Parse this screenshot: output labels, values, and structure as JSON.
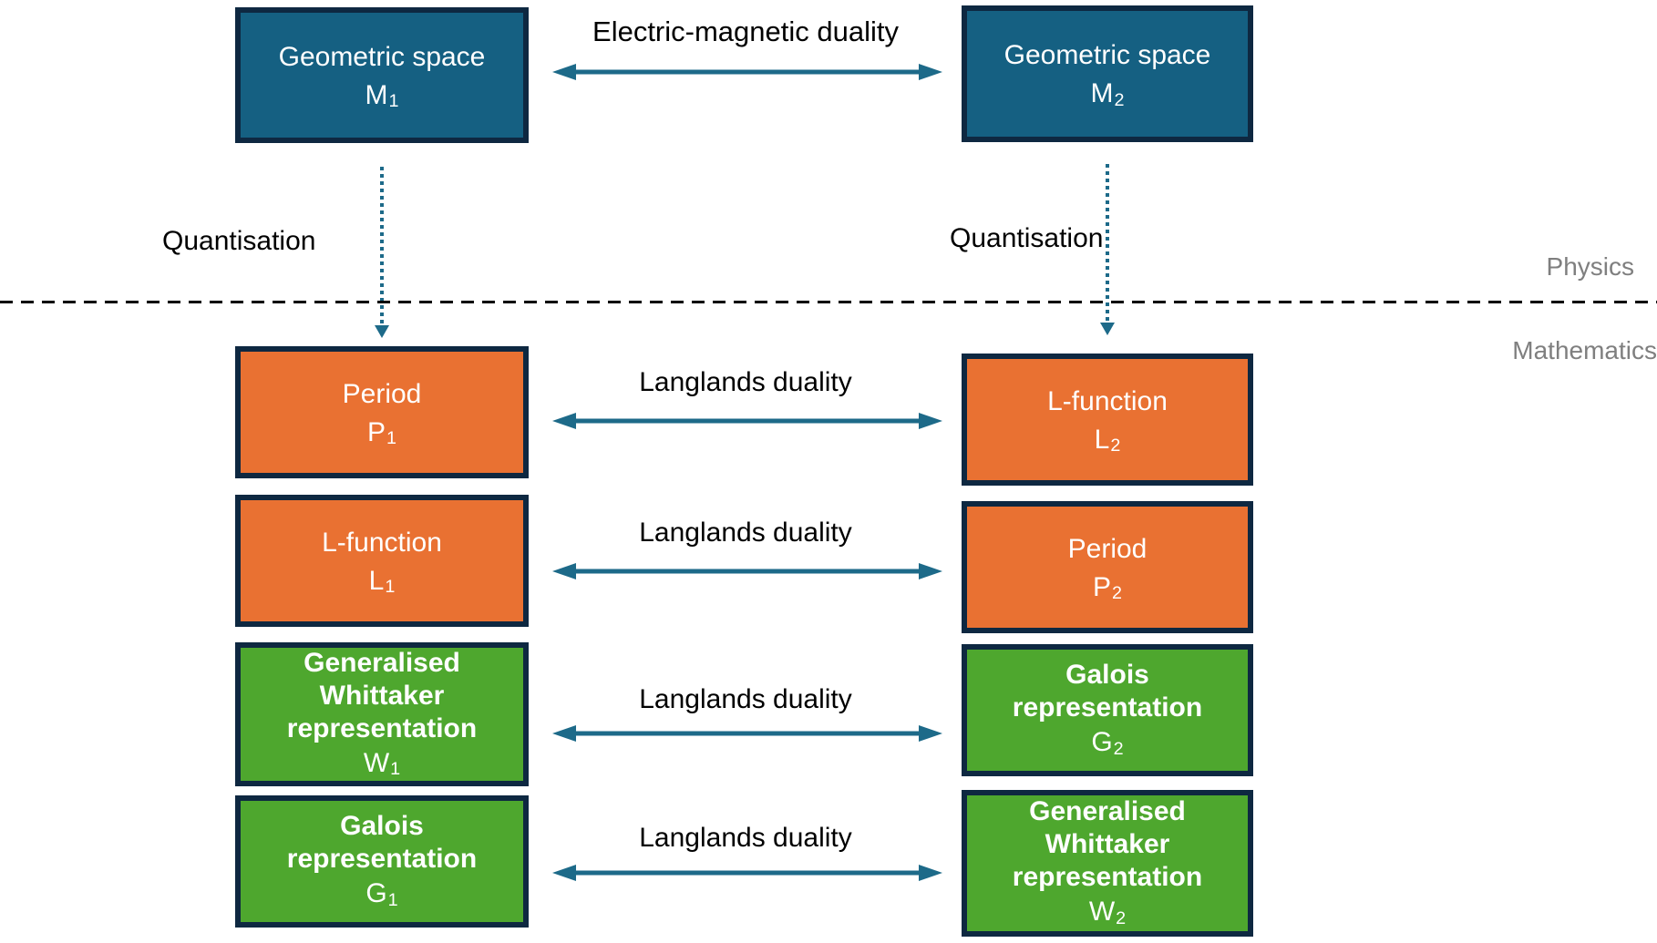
{
  "colors": {
    "teal": "#156082",
    "orange": "#E97132",
    "green": "#4EA72E",
    "border": "#0E2841",
    "arrow": "#1D6A89",
    "side": "#7F7F7F",
    "ink": "#000000"
  },
  "top": {
    "arrow_label": "Electric-magnetic duality",
    "left": {
      "text": "Geometric space",
      "symbol": "M",
      "sub": "1"
    },
    "right": {
      "text": "Geometric space",
      "symbol": "M",
      "sub": "2"
    }
  },
  "quantisation_left": "Quantisation",
  "quantisation_right": "Quantisation",
  "divider": {
    "above": "Physics",
    "below": "Mathematics"
  },
  "rows": [
    {
      "arrow_label": "Langlands duality",
      "left": {
        "text": "Period",
        "symbol": "P",
        "sub": "1"
      },
      "right": {
        "text": "L-function",
        "symbol": "L",
        "sub": "2"
      }
    },
    {
      "arrow_label": "Langlands duality",
      "left": {
        "text": "L-function",
        "symbol": "L",
        "sub": "1"
      },
      "right": {
        "text": "Period",
        "symbol": "P",
        "sub": "2"
      }
    },
    {
      "arrow_label": "Langlands duality",
      "left": {
        "text": "Generalised\nWhittaker\nrepresentation",
        "symbol": "W",
        "sub": "1"
      },
      "right": {
        "text": "Galois\nrepresentation",
        "symbol": "G",
        "sub": "2"
      }
    },
    {
      "arrow_label": "Langlands duality",
      "left": {
        "text": "Galois\nrepresentation",
        "symbol": "G",
        "sub": "1"
      },
      "right": {
        "text": "Generalised\nWhittaker\nrepresentation",
        "symbol": "W",
        "sub": "2"
      }
    }
  ]
}
